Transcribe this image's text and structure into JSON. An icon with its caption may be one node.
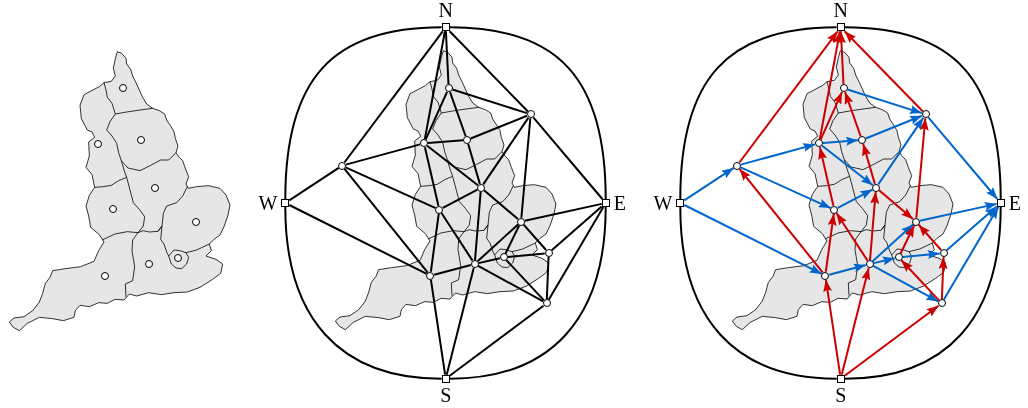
{
  "diagram": {
    "nodes": [
      {
        "text": [],
        "shape": "circle"
      },
      {
        "text": [],
        "shape": "circle"
      },
      {
        "text": [],
        "shape": "circle"
      },
      {
        "text": [],
        "shape": "circle"
      },
      {
        "text": [],
        "shape": "circle"
      },
      {
        "text": [],
        "shape": "circle"
      },
      {
        "text": [],
        "shape": "circle"
      },
      {
        "text": [],
        "shape": "circle"
      },
      {
        "text": [],
        "shape": "circle"
      },
      {
        "text": [
          "N"
        ]
      },
      {
        "text": [],
        "shape": "circle"
      },
      {
        "text": [],
        "shape": "circle"
      },
      {
        "text": [],
        "shape": "circle"
      },
      {
        "text": [],
        "shape": "circle"
      },
      {
        "text": [],
        "shape": "circle"
      },
      {
        "text": [],
        "shape": "circle"
      },
      {
        "text": [
          "W"
        ]
      },
      {
        "text": [
          "E"
        ]
      },
      {
        "text": [],
        "shape": "circle"
      },
      {
        "text": [],
        "shape": "circle"
      },
      {
        "text": [],
        "shape": "circle"
      },
      {
        "text": [],
        "shape": "circle"
      },
      {
        "text": [],
        "shape": "circle"
      },
      {
        "text": [],
        "shape": "circle"
      },
      {
        "text": [],
        "shape": "circle"
      },
      {
        "text": [
          "S"
        ]
      },
      {
        "text": [
          "N"
        ]
      },
      {
        "text": [],
        "shape": "circle"
      },
      {
        "text": [],
        "shape": "circle"
      },
      {
        "text": [],
        "shape": "circle"
      },
      {
        "text": [],
        "shape": "circle"
      },
      {
        "text": [],
        "shape": "circle"
      },
      {
        "text": [],
        "shape": "circle"
      },
      {
        "text": [
          "W"
        ]
      },
      {
        "text": [
          "E"
        ]
      },
      {
        "text": [],
        "shape": "circle"
      },
      {
        "text": [],
        "shape": "circle"
      },
      {
        "text": [],
        "shape": "circle"
      },
      {
        "text": [],
        "shape": "circle"
      },
      {
        "text": [],
        "shape": "circle"
      },
      {
        "text": [],
        "shape": "circle"
      },
      {
        "text": [],
        "shape": "circle"
      },
      {
        "text": [
          "S"
        ]
      }
    ],
    "edges": [
      {
        "from": 9,
        "to": 16,
        "arrow": "none"
      },
      {
        "from": 9,
        "to": 17,
        "arrow": "none"
      },
      {
        "from": 16,
        "to": 25,
        "arrow": "none"
      },
      {
        "from": 17,
        "to": 25,
        "arrow": "none"
      },
      {
        "from": 9,
        "to": 14,
        "arrow": "none"
      },
      {
        "from": 9,
        "to": 12,
        "arrow": "none"
      },
      {
        "from": 9,
        "to": 10,
        "arrow": "none"
      },
      {
        "from": 9,
        "to": 11,
        "arrow": "none"
      },
      {
        "from": 10,
        "to": 11,
        "arrow": "none"
      },
      {
        "from": 10,
        "to": 12,
        "arrow": "none"
      },
      {
        "from": 10,
        "to": 13,
        "arrow": "none"
      },
      {
        "from": 11,
        "to": 13,
        "arrow": "none"
      },
      {
        "from": 11,
        "to": 15,
        "arrow": "none"
      },
      {
        "from": 11,
        "to": 19,
        "arrow": "none"
      },
      {
        "from": 11,
        "to": 17,
        "arrow": "none"
      },
      {
        "from": 12,
        "to": 13,
        "arrow": "none"
      },
      {
        "from": 12,
        "to": 14,
        "arrow": "none"
      },
      {
        "from": 12,
        "to": 15,
        "arrow": "none"
      },
      {
        "from": 12,
        "to": 18,
        "arrow": "none"
      },
      {
        "from": 13,
        "to": 15,
        "arrow": "none"
      },
      {
        "from": 14,
        "to": 16,
        "arrow": "none"
      },
      {
        "from": 14,
        "to": 18,
        "arrow": "none"
      },
      {
        "from": 14,
        "to": 23,
        "arrow": "none"
      },
      {
        "from": 16,
        "to": 23,
        "arrow": "none"
      },
      {
        "from": 15,
        "to": 18,
        "arrow": "none"
      },
      {
        "from": 15,
        "to": 22,
        "arrow": "none"
      },
      {
        "from": 15,
        "to": 19,
        "arrow": "none"
      },
      {
        "from": 18,
        "to": 22,
        "arrow": "none"
      },
      {
        "from": 18,
        "to": 23,
        "arrow": "none"
      },
      {
        "from": 19,
        "to": 17,
        "arrow": "none"
      },
      {
        "from": 19,
        "to": 22,
        "arrow": "none"
      },
      {
        "from": 19,
        "to": 21,
        "arrow": "none"
      },
      {
        "from": 19,
        "to": 20,
        "arrow": "none"
      },
      {
        "from": 20,
        "to": 21,
        "arrow": "none"
      },
      {
        "from": 21,
        "to": 22,
        "arrow": "none"
      },
      {
        "from": 22,
        "to": 23,
        "arrow": "none"
      },
      {
        "from": 22,
        "to": 24,
        "arrow": "none"
      },
      {
        "from": 21,
        "to": 24,
        "arrow": "none"
      },
      {
        "from": 20,
        "to": 24,
        "arrow": "none"
      },
      {
        "from": 20,
        "to": 17,
        "arrow": "none"
      },
      {
        "from": 24,
        "to": 17,
        "arrow": "none"
      },
      {
        "from": 25,
        "to": 23,
        "arrow": "none"
      },
      {
        "from": 25,
        "to": 22,
        "arrow": "none"
      },
      {
        "from": 25,
        "to": 24,
        "arrow": "none"
      },
      {
        "from": 26,
        "to": 33,
        "arrow": "none"
      },
      {
        "from": 26,
        "to": 34,
        "arrow": "none"
      },
      {
        "from": 33,
        "to": 42,
        "arrow": "none"
      },
      {
        "from": 34,
        "to": 42,
        "arrow": "none"
      },
      {
        "from": 31,
        "to": 26,
        "arrow": "to",
        "color": "#cc0000"
      },
      {
        "from": 29,
        "to": 26,
        "arrow": "to",
        "color": "#cc0000"
      },
      {
        "from": 27,
        "to": 26,
        "arrow": "to",
        "color": "#cc0000"
      },
      {
        "from": 28,
        "to": 26,
        "arrow": "to",
        "color": "#cc0000"
      },
      {
        "from": 27,
        "to": 28,
        "arrow": "to",
        "color": "#0066cc"
      },
      {
        "from": 29,
        "to": 27,
        "arrow": "to",
        "color": "#cc0000"
      },
      {
        "from": 30,
        "to": 27,
        "arrow": "to",
        "color": "#cc0000"
      },
      {
        "from": 30,
        "to": 28,
        "arrow": "to",
        "color": "#0066cc"
      },
      {
        "from": 32,
        "to": 28,
        "arrow": "to",
        "color": "#0066cc"
      },
      {
        "from": 36,
        "to": 28,
        "arrow": "to",
        "color": "#cc0000"
      },
      {
        "from": 28,
        "to": 34,
        "arrow": "to",
        "color": "#0066cc"
      },
      {
        "from": 29,
        "to": 30,
        "arrow": "to",
        "color": "#0066cc"
      },
      {
        "from": 31,
        "to": 29,
        "arrow": "to",
        "color": "#0066cc"
      },
      {
        "from": 29,
        "to": 32,
        "arrow": "to",
        "color": "#0066cc"
      },
      {
        "from": 35,
        "to": 29,
        "arrow": "to",
        "color": "#cc0000"
      },
      {
        "from": 32,
        "to": 30,
        "arrow": "to",
        "color": "#cc0000"
      },
      {
        "from": 33,
        "to": 31,
        "arrow": "to",
        "color": "#0066cc"
      },
      {
        "from": 31,
        "to": 35,
        "arrow": "to",
        "color": "#0066cc"
      },
      {
        "from": 40,
        "to": 31,
        "arrow": "to",
        "color": "#cc0000"
      },
      {
        "from": 33,
        "to": 40,
        "arrow": "to",
        "color": "#0066cc"
      },
      {
        "from": 35,
        "to": 32,
        "arrow": "to",
        "color": "#0066cc"
      },
      {
        "from": 39,
        "to": 32,
        "arrow": "to",
        "color": "#cc0000"
      },
      {
        "from": 32,
        "to": 36,
        "arrow": "to",
        "color": "#cc0000"
      },
      {
        "from": 39,
        "to": 35,
        "arrow": "to",
        "color": "#cc0000"
      },
      {
        "from": 40,
        "to": 35,
        "arrow": "to",
        "color": "#cc0000"
      },
      {
        "from": 36,
        "to": 34,
        "arrow": "to",
        "color": "#0066cc"
      },
      {
        "from": 39,
        "to": 36,
        "arrow": "to",
        "color": "#0066cc"
      },
      {
        "from": 38,
        "to": 36,
        "arrow": "to",
        "color": "#cc0000"
      },
      {
        "from": 37,
        "to": 36,
        "arrow": "to",
        "color": "#cc0000"
      },
      {
        "from": 38,
        "to": 37,
        "arrow": "to",
        "color": "#0066cc"
      },
      {
        "from": 39,
        "to": 38,
        "arrow": "to",
        "color": "#0066cc"
      },
      {
        "from": 40,
        "to": 39,
        "arrow": "to",
        "color": "#0066cc"
      },
      {
        "from": 39,
        "to": 41,
        "arrow": "to",
        "color": "#0066cc"
      },
      {
        "from": 41,
        "to": 38,
        "arrow": "to",
        "color": "#cc0000"
      },
      {
        "from": 41,
        "to": 37,
        "arrow": "to",
        "color": "#cc0000"
      },
      {
        "from": 37,
        "to": 34,
        "arrow": "to",
        "color": "#0066cc"
      },
      {
        "from": 41,
        "to": 34,
        "arrow": "to",
        "color": "#0066cc"
      },
      {
        "from": 42,
        "to": 40,
        "arrow": "to",
        "color": "#cc0000"
      },
      {
        "from": 42,
        "to": 39,
        "arrow": "to",
        "color": "#cc0000"
      },
      {
        "from": 42,
        "to": 41,
        "arrow": "to",
        "color": "#cc0000"
      }
    ]
  }
}
